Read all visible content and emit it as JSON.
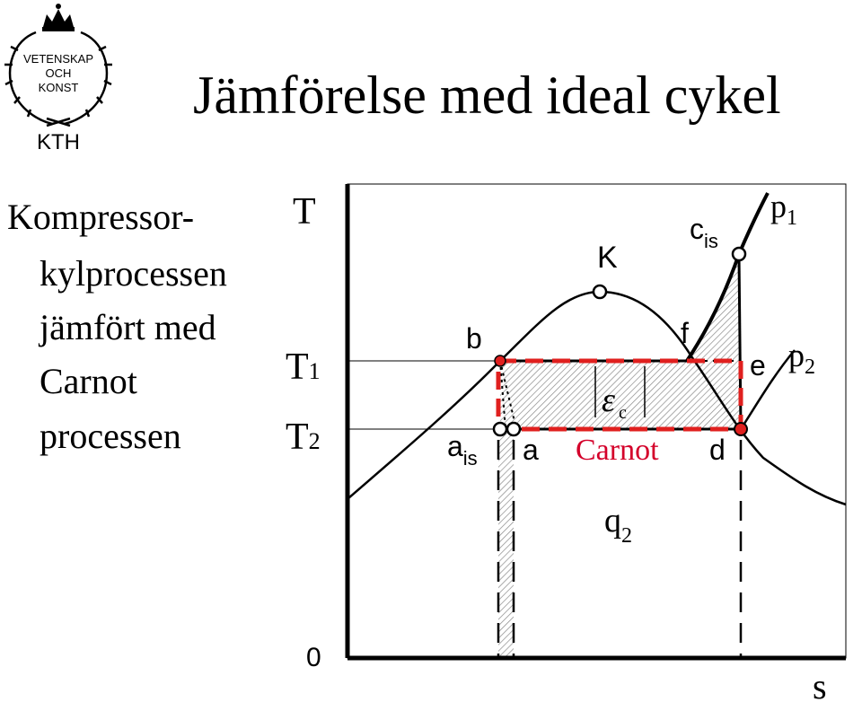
{
  "title": "Jämförelse med ideal cykel",
  "logo": {
    "lines": [
      "VETENSKAP",
      "OCH",
      "KONST"
    ],
    "org": "KTH"
  },
  "side_text": {
    "line1": "Kompressor-",
    "line2": "kylprocessen",
    "line3": "jämfört med",
    "line4": "Carnot",
    "line5": "processen"
  },
  "axes": {
    "y_label": "T",
    "x_label": "s",
    "origin": "0",
    "t1": {
      "base": "T",
      "sub": "1"
    },
    "t2": {
      "base": "T",
      "sub": "2"
    }
  },
  "points": {
    "K": "K",
    "b": "b",
    "f": "f",
    "e": "e",
    "d": "d",
    "a": "a",
    "a_is": {
      "base": "a",
      "sub": "is"
    },
    "c_is": {
      "base": "c",
      "sub": "is"
    }
  },
  "isobars": {
    "p1": {
      "base": "p",
      "sub": "1"
    },
    "p2": {
      "base": "p",
      "sub": "2"
    }
  },
  "labels": {
    "epsilon": {
      "base": "ε",
      "sub": "c"
    },
    "carnot": "Carnot",
    "q2": {
      "base": "q",
      "sub": "2"
    }
  },
  "colors": {
    "carnot_red": "#e0201f",
    "hatch": "#888888",
    "line": "#000000"
  }
}
